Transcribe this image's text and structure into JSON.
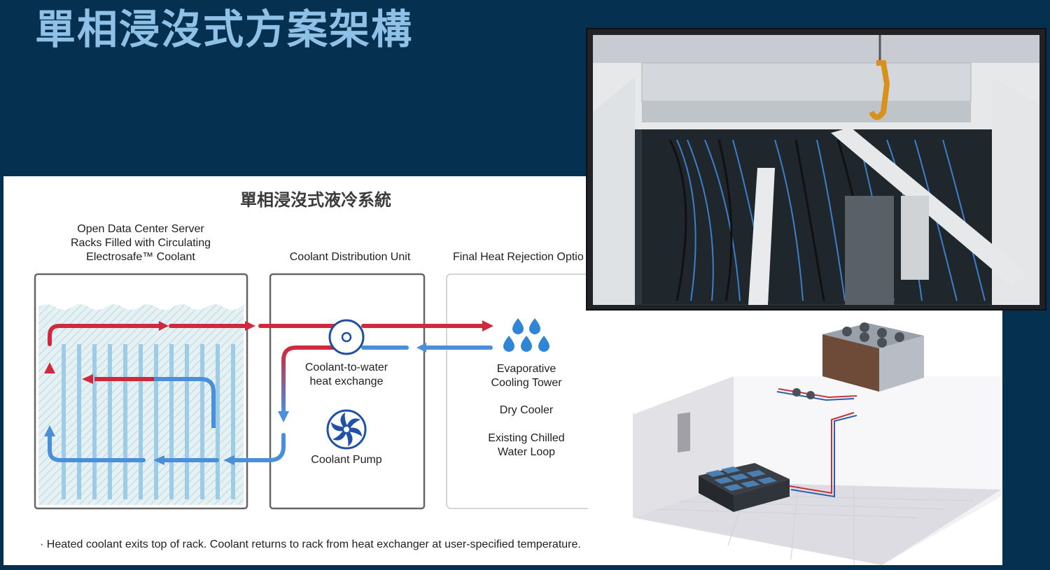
{
  "slide": {
    "title": "單相浸沒式方案架構"
  },
  "diagram": {
    "title": "單相浸沒式液冷系統",
    "rack_label": "Open Data Center Server\nRacks Filled with Circulating\nElectrosafe™ Coolant",
    "cdu_label": "Coolant Distribution Unit",
    "final_label": "Final Heat Rejection Optio",
    "heat_exchange_label": "Coolant-to-water\nheat exchange",
    "pump_label": "Coolant Pump",
    "options": [
      "Evaporative\nCooling Tower",
      "Dry Cooler",
      "Existing Chilled\nWater Loop"
    ],
    "note": "Heated coolant exits top of rack. Coolant returns to rack from heat exchanger at user-specified temperature.",
    "colors": {
      "hot": "#d0283c",
      "cold": "#4a8fd8",
      "water": "#2f86d6"
    }
  }
}
